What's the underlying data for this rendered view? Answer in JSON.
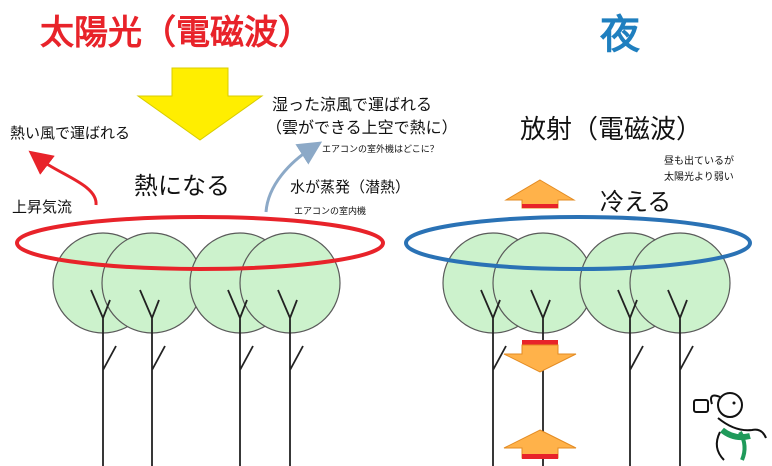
{
  "day": {
    "title": "太陽光（電磁波）",
    "hot_wind": "熱い風で運ばれる",
    "updraft": "上昇気流",
    "becomes_heat": "熱になる",
    "cool_wind_line1": "湿った涼風で運ばれる",
    "cool_wind_line2": "（雲ができる上空で熱に）",
    "ac_outdoor": "エアコンの室外機はどこに？",
    "evaporation": "水が蒸発（潜熱）",
    "ac_indoor": "エアコンの室内機"
  },
  "night": {
    "title": "夜",
    "radiation": "放射（電磁波）",
    "cools": "冷える",
    "note_line1": "昼も出ているが",
    "note_line2": "太陽光より弱い"
  },
  "colors": {
    "day_title": "#e8232a",
    "night_title": "#1f7fbf",
    "day_ellipse": "#e8232a",
    "night_ellipse": "#2a72b5",
    "sun_arrow": "#ffee00",
    "tree_fill": "#ccf2cc",
    "tree_stroke": "#5a5a5a",
    "orange_arrow": "#ffb24a",
    "arrow_bar": "#e8232a",
    "hot_arrow": "#e8232a",
    "cool_arrow": "#8ca9c7"
  },
  "icons": {
    "sun_arrow": "down-arrow",
    "radiation_arrow": "up-arrow",
    "character": "running-person"
  }
}
